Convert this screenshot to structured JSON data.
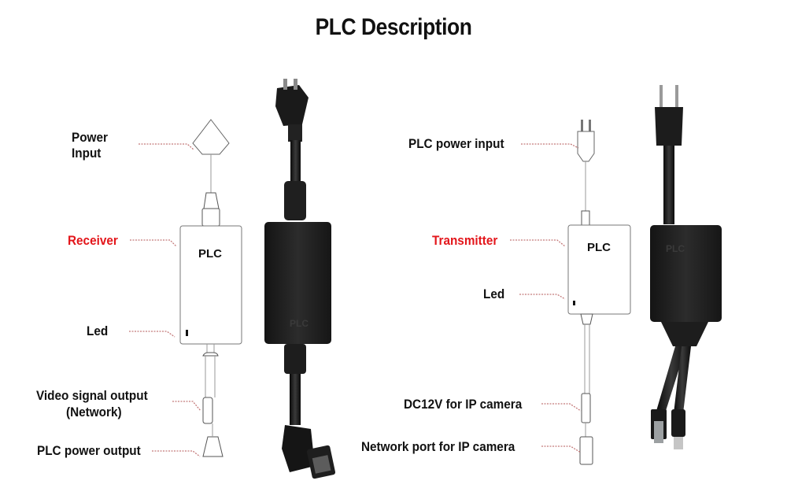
{
  "title": "PLC Description",
  "receiver": {
    "power_input": [
      "Power",
      "Input"
    ],
    "name": "Receiver",
    "led": "Led",
    "video_output": [
      "Video signal output",
      "(Network)"
    ],
    "plc_power_output": "PLC power output",
    "box_label": "PLC"
  },
  "transmitter": {
    "plc_power_input": "PLC power input",
    "name": "Transmitter",
    "led": "Led",
    "dc12v": "DC12V for IP camera",
    "network_port": "Network port for IP camera",
    "box_label": "PLC"
  },
  "colors": {
    "highlight": "#e3161b",
    "leader": "#c47a7a",
    "device_dark": "#1b1b1b"
  }
}
